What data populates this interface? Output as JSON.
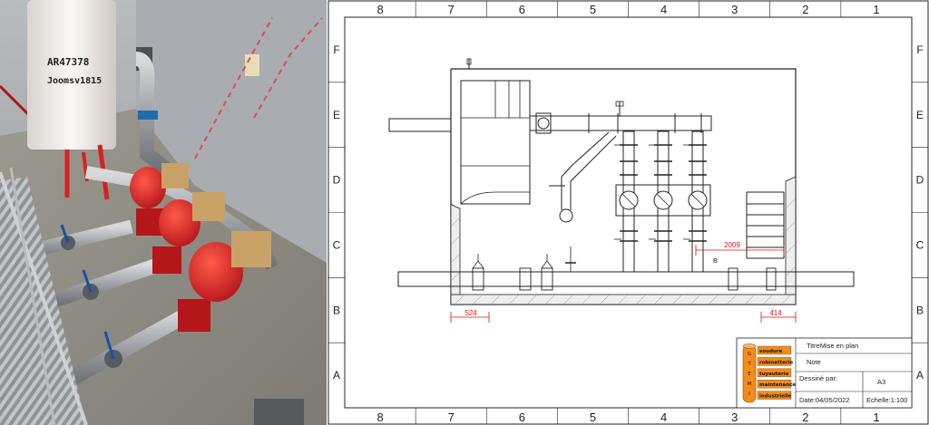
{
  "photo": {
    "tank_label_lines": [
      "AR47378",
      "Joomsv1815"
    ]
  },
  "drawing": {
    "columns": [
      "8",
      "7",
      "6",
      "5",
      "4",
      "3",
      "2",
      "1"
    ],
    "rows": [
      "F",
      "E",
      "D",
      "C",
      "B",
      "A"
    ],
    "dimensions": {
      "d2009": "2009",
      "d524": "524",
      "d414": "414",
      "label_b": "B"
    },
    "title_block": {
      "title": "TitreMise en plan",
      "note": "Note",
      "drawn_by": "Dessiné par:",
      "format": "A3",
      "date": "Date:04/05/2022",
      "scale": "Echelle:1:100"
    },
    "logo": {
      "vertical_letters": [
        "G",
        "T",
        "E",
        "M",
        "I"
      ],
      "lines": [
        "soudure",
        "robinetterie",
        "tuyauterie",
        "maintenance",
        "industrielle"
      ]
    }
  },
  "colors": {
    "pump_red": "#d92121",
    "dimension_red": "#dd1111",
    "logo_orange": "#f28c1e"
  }
}
